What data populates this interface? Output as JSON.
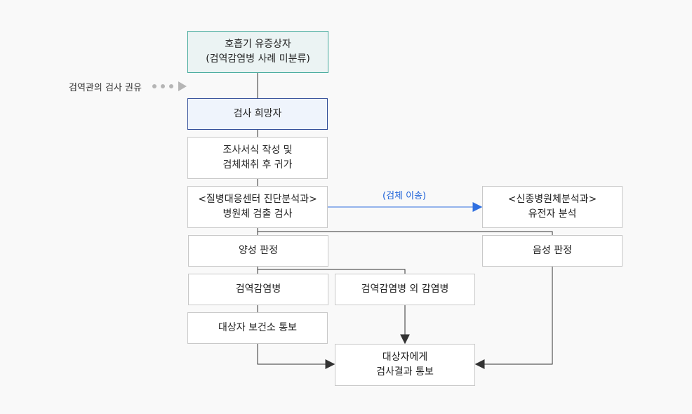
{
  "nodes": {
    "suspect": {
      "line1": "호흡기 유증상자",
      "line2": "(검역감염병 사례 미분류)"
    },
    "recommend": {
      "label": "검역관의 검사 권유"
    },
    "wish": {
      "label": "검사 희망자"
    },
    "survey": {
      "line1": "조사서식 작성 및",
      "line2": "검체채취 후 귀가"
    },
    "kdca_test": {
      "line1": "<질병대응센터 진단분석과>",
      "line2": "병원체 검출 검사"
    },
    "transfer": {
      "label": "(검체 이송)"
    },
    "emerging": {
      "line1": "<신종병원체분석과>",
      "line2": "유전자 분석"
    },
    "positive": {
      "label": "양성 판정"
    },
    "negative": {
      "label": "음성 판정"
    },
    "quarantine_disease": {
      "label": "검역감염병"
    },
    "other_disease": {
      "label": "검역감염병 외 감염병"
    },
    "notify_health": {
      "label": "대상자 보건소 통보"
    },
    "notify_subject": {
      "line1": "대상자에게",
      "line2": "검사결과 통보"
    }
  },
  "colors": {
    "start_border": "#43a99b",
    "start_fill": "#ebf3f3",
    "request_border": "#34509a",
    "request_fill": "#eff4fc",
    "transfer_arrow": "#2f6fe0",
    "connector": "#333333"
  }
}
